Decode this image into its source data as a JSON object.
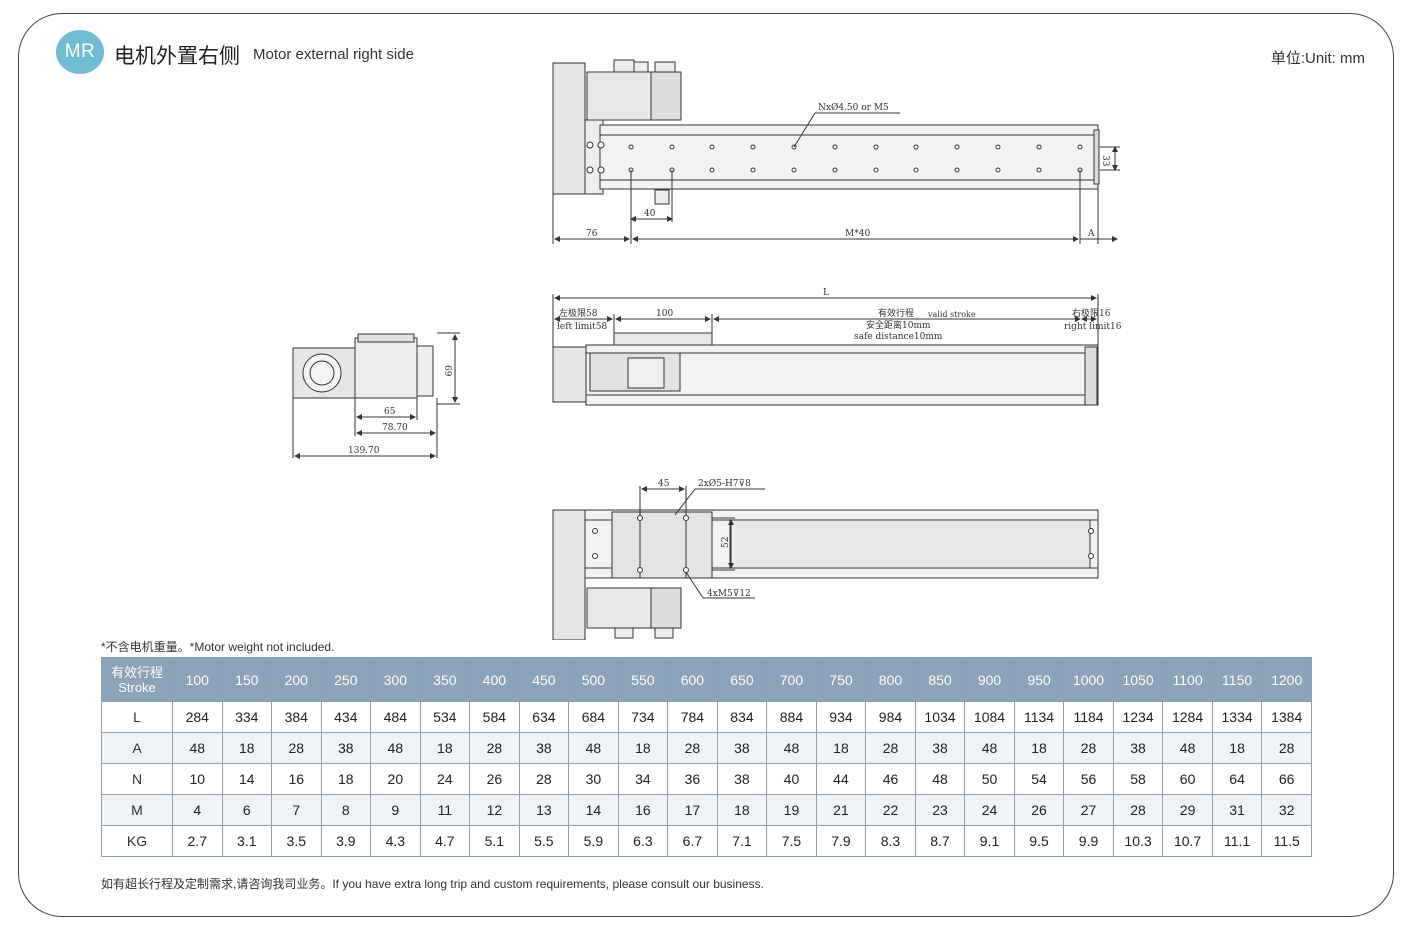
{
  "header": {
    "badge": "MR",
    "title_cn": "电机外置右侧",
    "title_en": "Motor external right side",
    "unit": "单位:Unit: mm"
  },
  "drawing_labels": {
    "top_view": {
      "hole_note": "NxØ4.50 or M5",
      "dim_40": "40",
      "dim_76": "76",
      "dim_m40": "M*40",
      "dim_a": "A",
      "dim_33": "33"
    },
    "side_view": {
      "dim_l": "L",
      "left_limit_cn": "左极限58",
      "left_limit_en": "left limit58",
      "dim_100": "100",
      "valid_stroke_cn": "有效行程",
      "valid_stroke_en": "valid stroke",
      "safe_cn": "安全距离10mm",
      "safe_en": "safe distance10mm",
      "right_limit_cn": "右极限16",
      "right_limit_en": "right limit16"
    },
    "end_view": {
      "dim_69": "69",
      "dim_65": "65",
      "dim_78": "78.70",
      "dim_139": "139.70"
    },
    "bottom_view": {
      "dim_45": "45",
      "pin_note": "2xØ5-H7⊽8",
      "dim_52": "52",
      "screw_note": "4xM5⊽12"
    }
  },
  "note": "*不含电机重量。*Motor weight not included.",
  "table": {
    "header_label_cn": "有效行程",
    "header_label_en": "Stroke",
    "strokes": [
      "100",
      "150",
      "200",
      "250",
      "300",
      "350",
      "400",
      "450",
      "500",
      "550",
      "600",
      "650",
      "700",
      "750",
      "800",
      "850",
      "900",
      "950",
      "1000",
      "1050",
      "1100",
      "1150",
      "1200"
    ],
    "rows": [
      {
        "label": "L",
        "values": [
          "284",
          "334",
          "384",
          "434",
          "484",
          "534",
          "584",
          "634",
          "684",
          "734",
          "784",
          "834",
          "884",
          "934",
          "984",
          "1034",
          "1084",
          "1134",
          "1184",
          "1234",
          "1284",
          "1334",
          "1384"
        ]
      },
      {
        "label": "A",
        "values": [
          "48",
          "18",
          "28",
          "38",
          "48",
          "18",
          "28",
          "38",
          "48",
          "18",
          "28",
          "38",
          "48",
          "18",
          "28",
          "38",
          "48",
          "18",
          "28",
          "38",
          "48",
          "18",
          "28"
        ]
      },
      {
        "label": "N",
        "values": [
          "10",
          "14",
          "16",
          "18",
          "20",
          "24",
          "26",
          "28",
          "30",
          "34",
          "36",
          "38",
          "40",
          "44",
          "46",
          "48",
          "50",
          "54",
          "56",
          "58",
          "60",
          "64",
          "66"
        ]
      },
      {
        "label": "M",
        "values": [
          "4",
          "6",
          "7",
          "8",
          "9",
          "11",
          "12",
          "13",
          "14",
          "16",
          "17",
          "18",
          "19",
          "21",
          "22",
          "23",
          "24",
          "26",
          "27",
          "28",
          "29",
          "31",
          "32"
        ]
      },
      {
        "label": "KG",
        "values": [
          "2.7",
          "3.1",
          "3.5",
          "3.9",
          "4.3",
          "4.7",
          "5.1",
          "5.5",
          "5.9",
          "6.3",
          "6.7",
          "7.1",
          "7.5",
          "7.9",
          "8.3",
          "8.7",
          "9.1",
          "9.5",
          "9.9",
          "10.3",
          "10.7",
          "11.1",
          "11.5"
        ]
      }
    ]
  },
  "footer": "如有超长行程及定制需求,请咨询我司业务。If you have extra long trip and custom requirements, please consult our business."
}
